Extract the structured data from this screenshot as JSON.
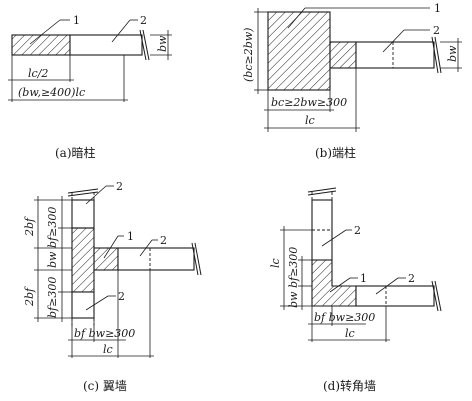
{
  "panel_a": {
    "caption": "(a)暗柱",
    "callout_1": "1",
    "callout_2": "2",
    "dim_half": "lc/2",
    "dim_full": "(bw,≥400)lc",
    "dim_bw": "bw"
  },
  "panel_b": {
    "caption": "(b)端柱",
    "callout_1": "1",
    "callout_2": "2",
    "dim_vertical": "(bc≥2bw)",
    "dim_bw": "bw",
    "dim_bc": "bc≥2bw≥300",
    "dim_lc": "lc"
  },
  "panel_c": {
    "caption": "(c) 翼墙",
    "callout_2_top": "2",
    "callout_1": "1",
    "callout_2_right": "2",
    "callout_2_bottom": "2",
    "dim_2bf_top": "2bf",
    "dim_bf_top": "bf≥300",
    "dim_bw": "bw",
    "dim_2bf_bottom": "2bf",
    "dim_bf_bottom": "bf≥300",
    "dim_bottom": "bf bw≥300",
    "dim_lc": "lc"
  },
  "panel_d": {
    "caption": "(d)转角墙",
    "callout_2_top": "2",
    "callout_1": "1",
    "callout_2_right": "2",
    "dim_lc_vertical": "lc",
    "dim_vertical_left": "bw bf≥300",
    "dim_bottom": "bf bw≥300",
    "dim_lc": "lc"
  }
}
